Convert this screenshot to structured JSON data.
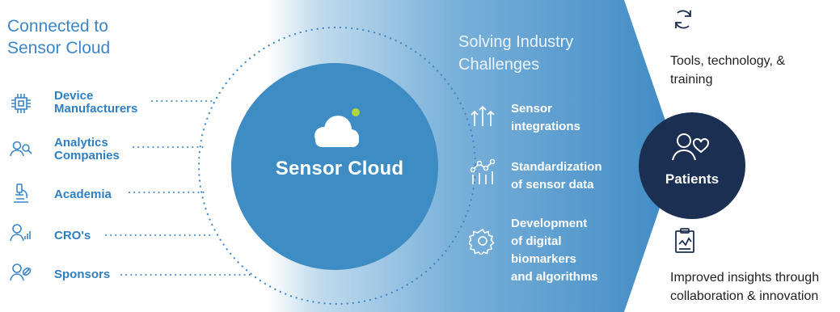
{
  "left_heading": {
    "line1": "Connected to",
    "line2": "Sensor Cloud"
  },
  "stakeholders": [
    {
      "label_line1": "Device",
      "label_line2": "Manufacturers",
      "icon": "chip-icon"
    },
    {
      "label_line1": "Analytics",
      "label_line2": "Companies",
      "icon": "people-search-icon"
    },
    {
      "label_line1": "Academia",
      "label_line2": "",
      "icon": "microscope-icon"
    },
    {
      "label_line1": "CRO's",
      "label_line2": "",
      "icon": "person-chart-icon"
    },
    {
      "label_line1": "Sponsors",
      "label_line2": "",
      "icon": "person-link-icon"
    }
  ],
  "center": {
    "title": "Sensor Cloud",
    "icon": "cloud-icon"
  },
  "challenges_heading": {
    "line1": "Solving Industry",
    "line2": "Challenges"
  },
  "challenges": [
    {
      "lines": [
        "Sensor",
        "integrations"
      ],
      "icon": "arrows-up-icon"
    },
    {
      "lines": [
        "Standardization",
        "of sensor data"
      ],
      "icon": "data-standard-icon"
    },
    {
      "lines": [
        "Development",
        "of digital",
        "biomarkers",
        "and algorithms"
      ],
      "icon": "gear-icon"
    }
  ],
  "patients": {
    "label": "Patients",
    "icon": "person-heart-icon"
  },
  "outcomes": [
    {
      "line1": "Tools, technology, &",
      "line2": "training",
      "icon": "refresh-icon"
    },
    {
      "line1": "Improved insights through",
      "line2": "collaboration & innovation",
      "icon": "clipboard-chart-icon"
    }
  ],
  "colors": {
    "accent_blue": "#3d86c6",
    "circle_blue": "#3d8cc4",
    "navy": "#1a2f52",
    "green_dot": "#b5d63a"
  }
}
